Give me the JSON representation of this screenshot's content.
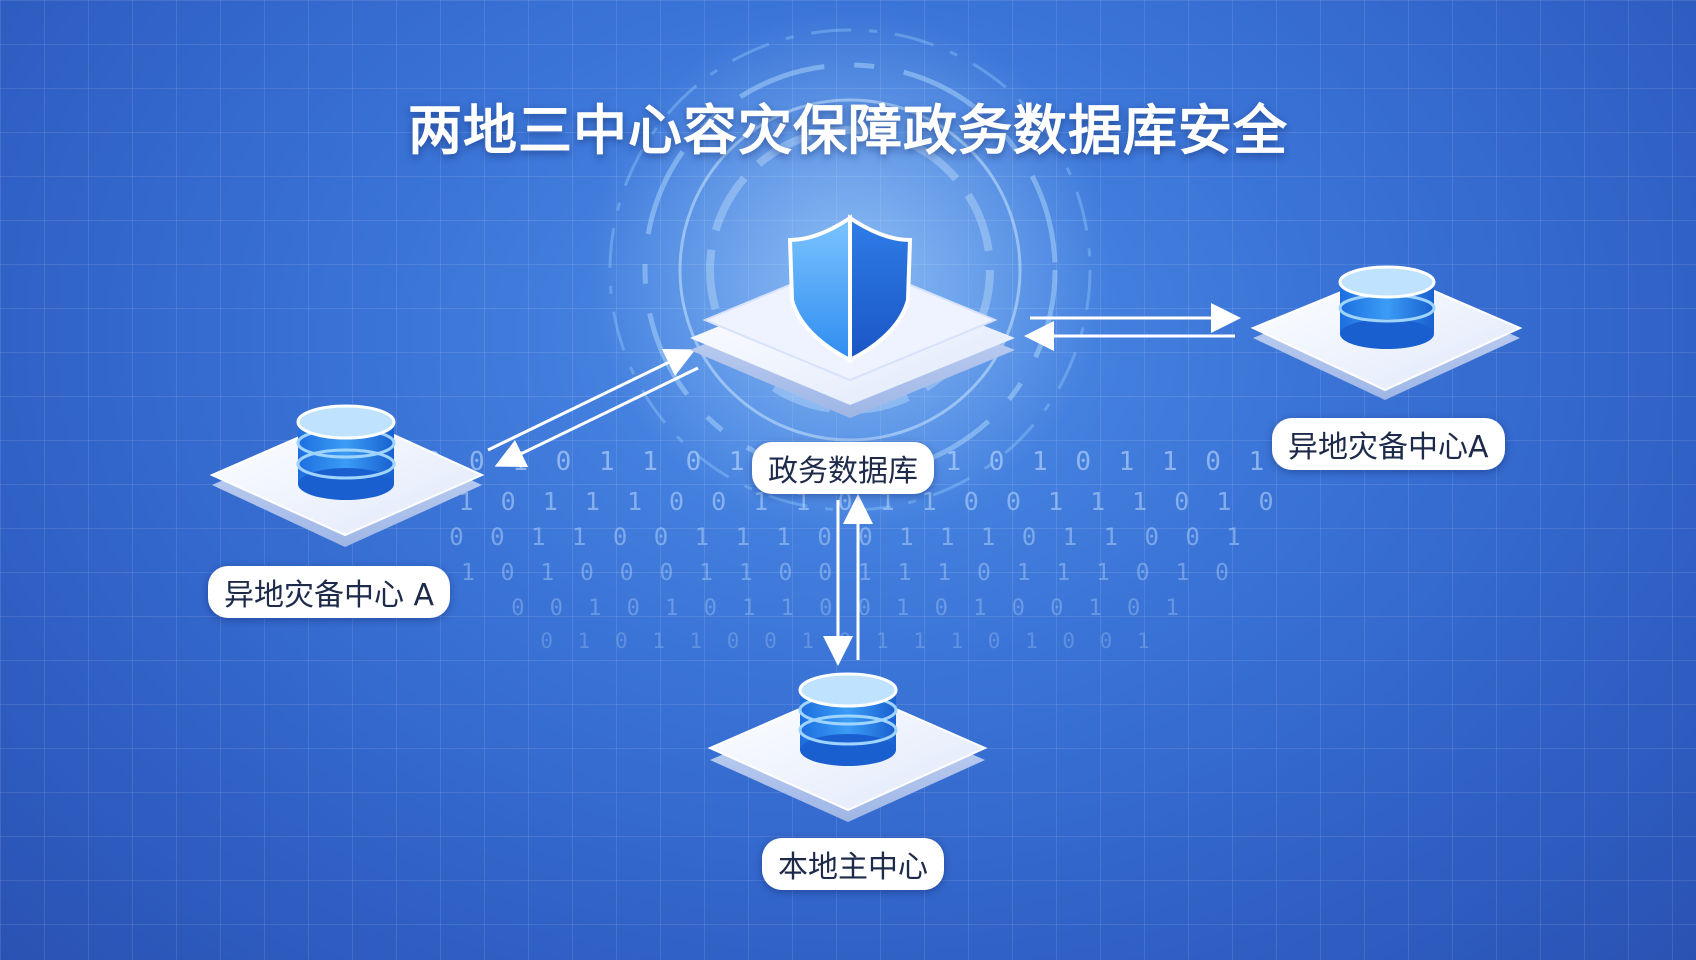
{
  "title": "两地三中心容灾保障政务数据库安全",
  "nodes": {
    "center": {
      "label": "政务数据库",
      "icon": "shield-icon"
    },
    "remote_left": {
      "label": "异地灾备中心 A",
      "icon": "database-icon"
    },
    "remote_right": {
      "label": "异地灾备中心A",
      "icon": "database-icon"
    },
    "local": {
      "label": "本地主中心",
      "icon": "database-icon"
    }
  },
  "background_binary": [
    "0 0 1 0 1 1 0 1 0 0 1 1 1 0 1 0 1 1 0 1",
    "0 1 0 1 1 1 0 0 1 1 0 1 1 0 0 1 1 1 0 1 0",
    "0 0 1 1 0 0 1 1 1 0 0 1 1 1 0 1 1 0 0 1",
    "1 0 1 0 0 0 1 1 0 0 1 1 1 0 1 1 1 0 1 0",
    "0 0 1 0 1 0 1 1 0 0 1 0 1 0 0 1 0 1",
    "0 1 0 1 1 0 0 1 0 1 1 1 0 1 0 0 1"
  ],
  "colors": {
    "background": "#3a73d6",
    "accent": "#2f8cf0",
    "platform": "#f2f6ff",
    "label_bg": "#ffffff"
  }
}
